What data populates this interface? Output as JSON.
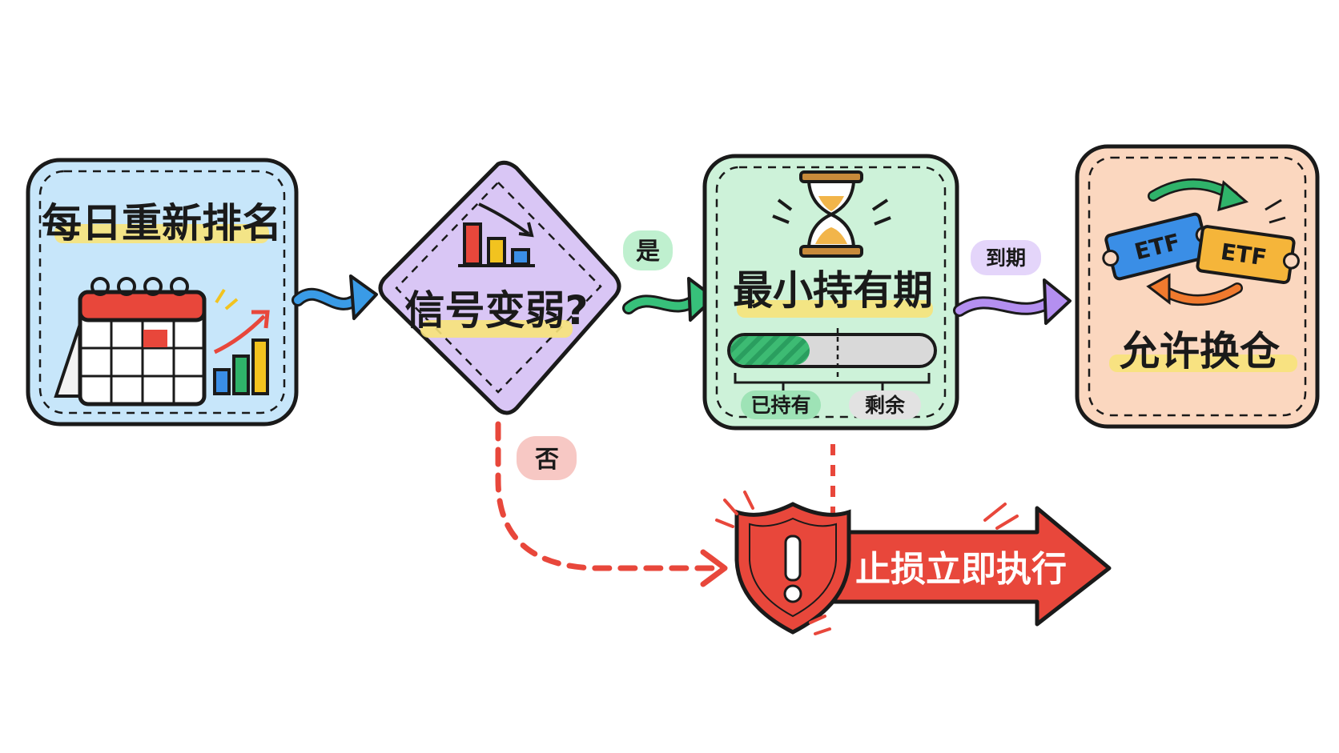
{
  "nodes": {
    "daily_rank": {
      "label": "每日重新排名",
      "color": "#c7e6fa"
    },
    "signal_weak": {
      "label": "信号变弱?",
      "color": "#d9c6f5"
    },
    "min_hold": {
      "label": "最小持有期",
      "color": "#cdf2d9",
      "held_label": "已持有",
      "remaining_label": "剩余",
      "held_fraction": 0.39
    },
    "allow_switch": {
      "label": "允许换仓",
      "color": "#fbd7bf",
      "ticket_a": "ETF",
      "ticket_b": "ETF"
    },
    "stop_loss": {
      "label": "止损立即执行",
      "color": "#e8473b"
    }
  },
  "edges": {
    "yes_label": "是",
    "no_label": "否",
    "expire_label": "到期"
  }
}
